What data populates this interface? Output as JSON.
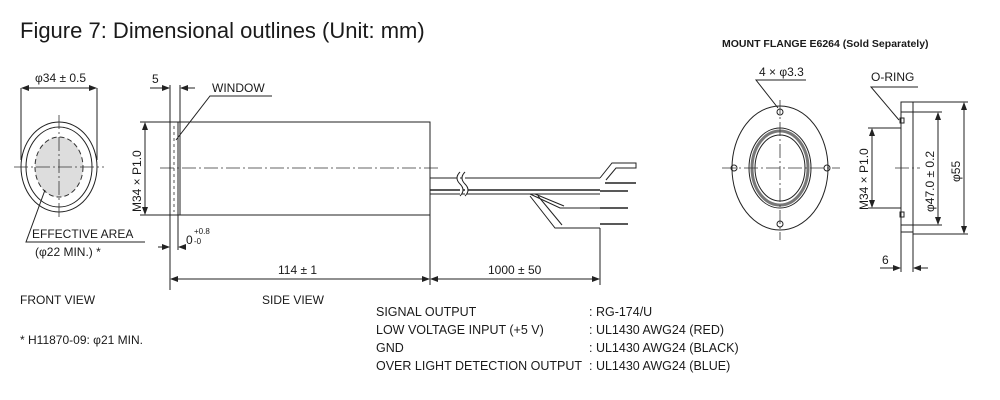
{
  "title": "Figure 7: Dimensional outlines (Unit: mm)",
  "front_view": {
    "label": "FRONT VIEW",
    "diameter": "φ34 ± 0.5",
    "effective_area": "EFFECTIVE AREA",
    "effective_area_dim": "(φ22 MIN.) *"
  },
  "side_view": {
    "label": "SIDE VIEW",
    "flange_width": "5",
    "window": "WINDOW",
    "thread": "M34 × P1.0",
    "window_offset_base": "0",
    "window_offset_plus": "+0.8",
    "window_offset_minus": "-0",
    "length": "114 ± 1",
    "cable_length": "1000 ± 50"
  },
  "footnote": "* H11870-09: φ21 MIN.",
  "cable_table": [
    {
      "signal": "SIGNAL OUTPUT",
      "cable": ": RG-174/U"
    },
    {
      "signal": "LOW VOLTAGE INPUT (+5 V)",
      "cable": ": UL1430 AWG24 (RED)"
    },
    {
      "signal": "GND",
      "cable": ": UL1430 AWG24 (BLACK)"
    },
    {
      "signal": "OVER LIGHT DETECTION OUTPUT",
      "cable": ": UL1430 AWG24 (BLUE)"
    }
  ],
  "mount_flange": {
    "title": "MOUNT FLANGE E6264 (Sold Separately)",
    "holes": "4 × φ3.3",
    "o_ring": "O-RING",
    "thread": "M34 × P1.0",
    "inner_diameter": "φ47.0 ± 0.2",
    "outer_diameter": "φ55",
    "thickness": "6"
  }
}
